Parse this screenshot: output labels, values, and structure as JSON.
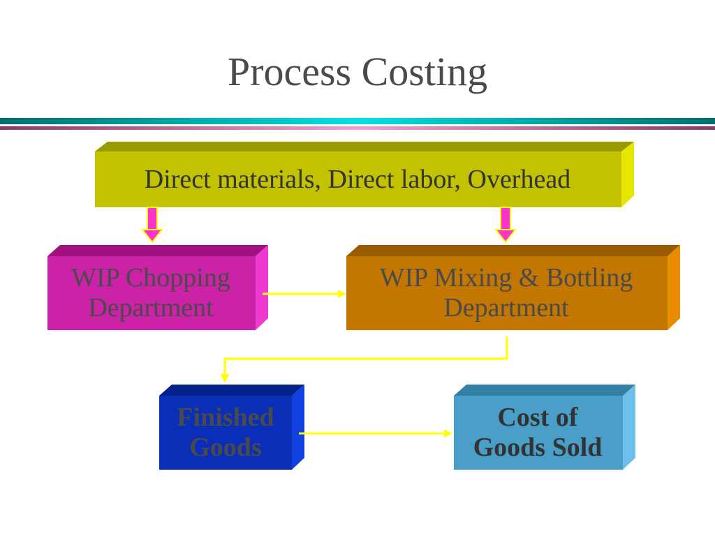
{
  "slide": {
    "title": "Process Costing"
  },
  "colors": {
    "inputs_box": "#c2c200",
    "chopping_box": "#cc22a8",
    "mixing_box": "#c47700",
    "finished_box": "#0a2eb8",
    "cogs_box": "#4a9fc8",
    "arrow_pink": "#ff33cc",
    "arrow_yellow": "#ffff00",
    "divider_teal": "#009999",
    "divider_pink": "#cc6699"
  },
  "nodes": {
    "inputs": {
      "label": "Direct materials, Direct labor, Overhead"
    },
    "chopping": {
      "line1": "WIP Chopping",
      "line2": "Department"
    },
    "mixing": {
      "line1": "WIP Mixing & Bottling",
      "line2": "Department"
    },
    "finished": {
      "line1": "Finished",
      "line2": "Goods"
    },
    "cogs": {
      "line1": "Cost of",
      "line2": "Goods Sold"
    }
  },
  "edges": [
    {
      "from": "inputs",
      "to": "chopping",
      "style": "pink-down-arrow"
    },
    {
      "from": "inputs",
      "to": "mixing",
      "style": "pink-down-arrow"
    },
    {
      "from": "chopping",
      "to": "mixing",
      "style": "yellow-arrow"
    },
    {
      "from": "mixing",
      "to": "finished",
      "style": "yellow-elbow-arrow"
    },
    {
      "from": "finished",
      "to": "cogs",
      "style": "yellow-arrow"
    }
  ]
}
